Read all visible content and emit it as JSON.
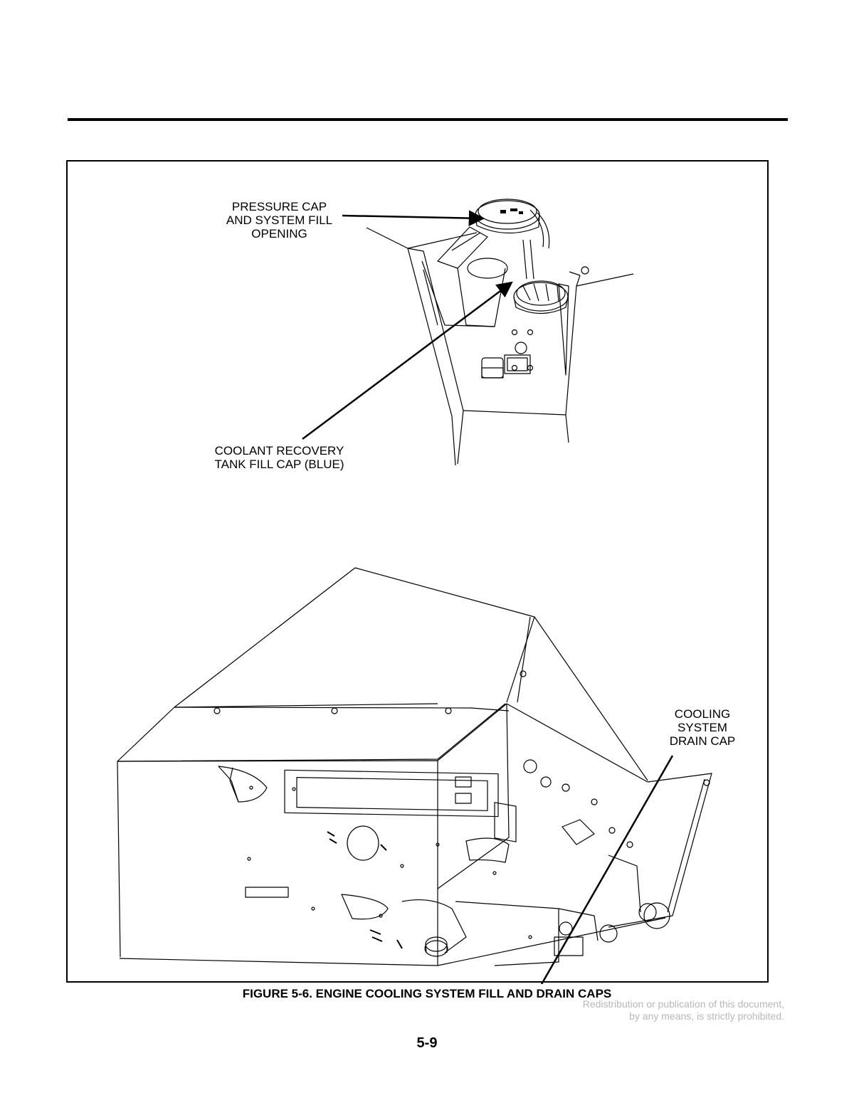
{
  "callouts": {
    "pressure_cap": [
      "PRESSURE CAP",
      "AND SYSTEM FILL",
      "OPENING"
    ],
    "coolant_recovery": [
      "COOLANT RECOVERY",
      "TANK FILL CAP (BLUE)"
    ],
    "drain_cap": [
      "COOLING",
      "SYSTEM",
      "DRAIN CAP"
    ]
  },
  "caption": "FIGURE 5-6. ENGINE COOLING SYSTEM FILL AND DRAIN CAPS",
  "notice": [
    "Redistribution or publication of this document,",
    "by any means, is strictly prohibited."
  ],
  "page_number": "5-9"
}
